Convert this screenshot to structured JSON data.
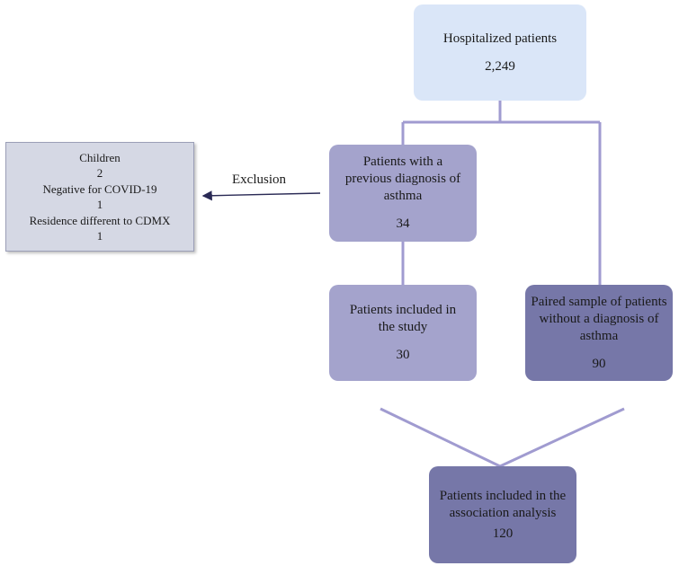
{
  "boxes": {
    "hospitalized": {
      "label": "Hospitalized patients",
      "count": "2,249"
    },
    "previous_asthma": {
      "label": "Patients with a previous diagnosis of asthma",
      "count": "34"
    },
    "included_study": {
      "label": "Patients included in the study",
      "count": "30"
    },
    "paired_sample": {
      "label": "Paired sample of patients without a diagnosis of asthma",
      "count": "90"
    },
    "association": {
      "label": "Patients included in the association analysis",
      "count": "120"
    }
  },
  "exclusion": {
    "label": "Exclusion",
    "items": [
      {
        "label": "Children",
        "count": "2"
      },
      {
        "label": "Negative for COVID-19",
        "count": "1"
      },
      {
        "label": "Residence different to CDMX",
        "count": "1"
      }
    ]
  },
  "colors": {
    "light_blue": "#dae6f8",
    "light_purple": "#a4a3cc",
    "dark_purple": "#7677a8",
    "exclusion_bg": "#d5d8e4",
    "connector": "#a09bd0",
    "arrow": "#2a2a55"
  }
}
